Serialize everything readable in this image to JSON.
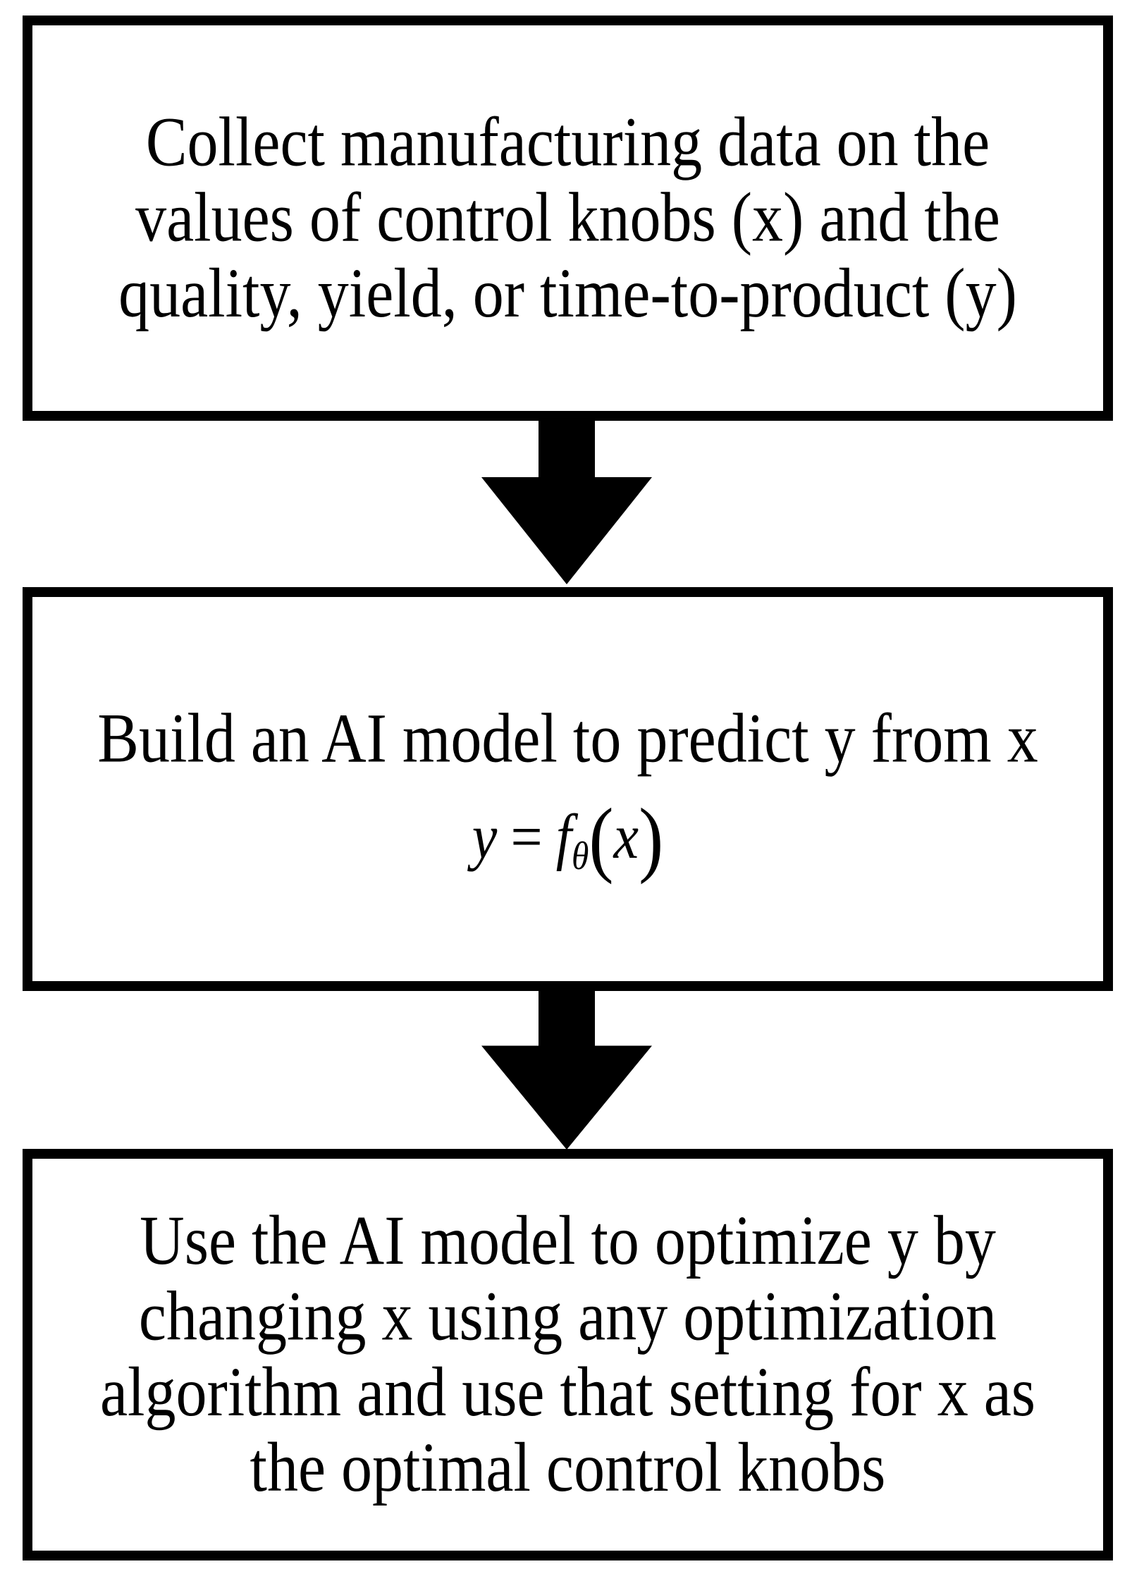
{
  "figure": {
    "type": "flowchart",
    "background_color": "#ffffff",
    "stroke_color": "#000000",
    "text_color": "#000000",
    "steps": [
      {
        "name": "collect-data",
        "lines": [
          "Collect manufacturing data on the",
          "values of control knobs (x) and the",
          "quality, yield, or time-to-product (y)"
        ]
      },
      {
        "name": "build-model",
        "lines": [
          "Build an AI model to predict y from x"
        ],
        "formula": {
          "lhs": "y",
          "equals": "=",
          "func": "f",
          "subscript": "θ",
          "open_paren": "(",
          "arg": "x",
          "close_paren": ")"
        }
      },
      {
        "name": "optimize",
        "lines": [
          "Use the AI model to optimize y by",
          "changing x using any optimization",
          "algorithm and use that setting for x as",
          "the optimal control knobs"
        ]
      }
    ],
    "connectors": [
      {
        "name": "arrow-1",
        "direction": "down"
      },
      {
        "name": "arrow-2",
        "direction": "down"
      }
    ]
  }
}
